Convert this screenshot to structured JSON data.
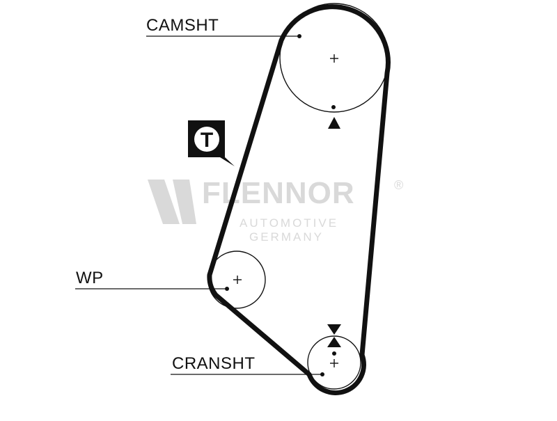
{
  "labels": {
    "camshaft": "CAMSHT",
    "water_pump": "WP",
    "crankshaft": "CRANSHT",
    "tensioner_symbol": "T"
  },
  "watermark": {
    "brand": "FLENNOR",
    "registered": "®",
    "line1": "AUTOMOTIVE",
    "line2": "GERMANY"
  },
  "colors": {
    "ink": "#111111",
    "watermark": "#d9d9d9",
    "background": "#ffffff"
  },
  "icons": [
    "center-cross",
    "timing-mark-dot",
    "timing-arrow-up-icon",
    "timing-arrow-bowtie-icon",
    "tensioner-callout-icon",
    "flennor-logo-mark"
  ]
}
